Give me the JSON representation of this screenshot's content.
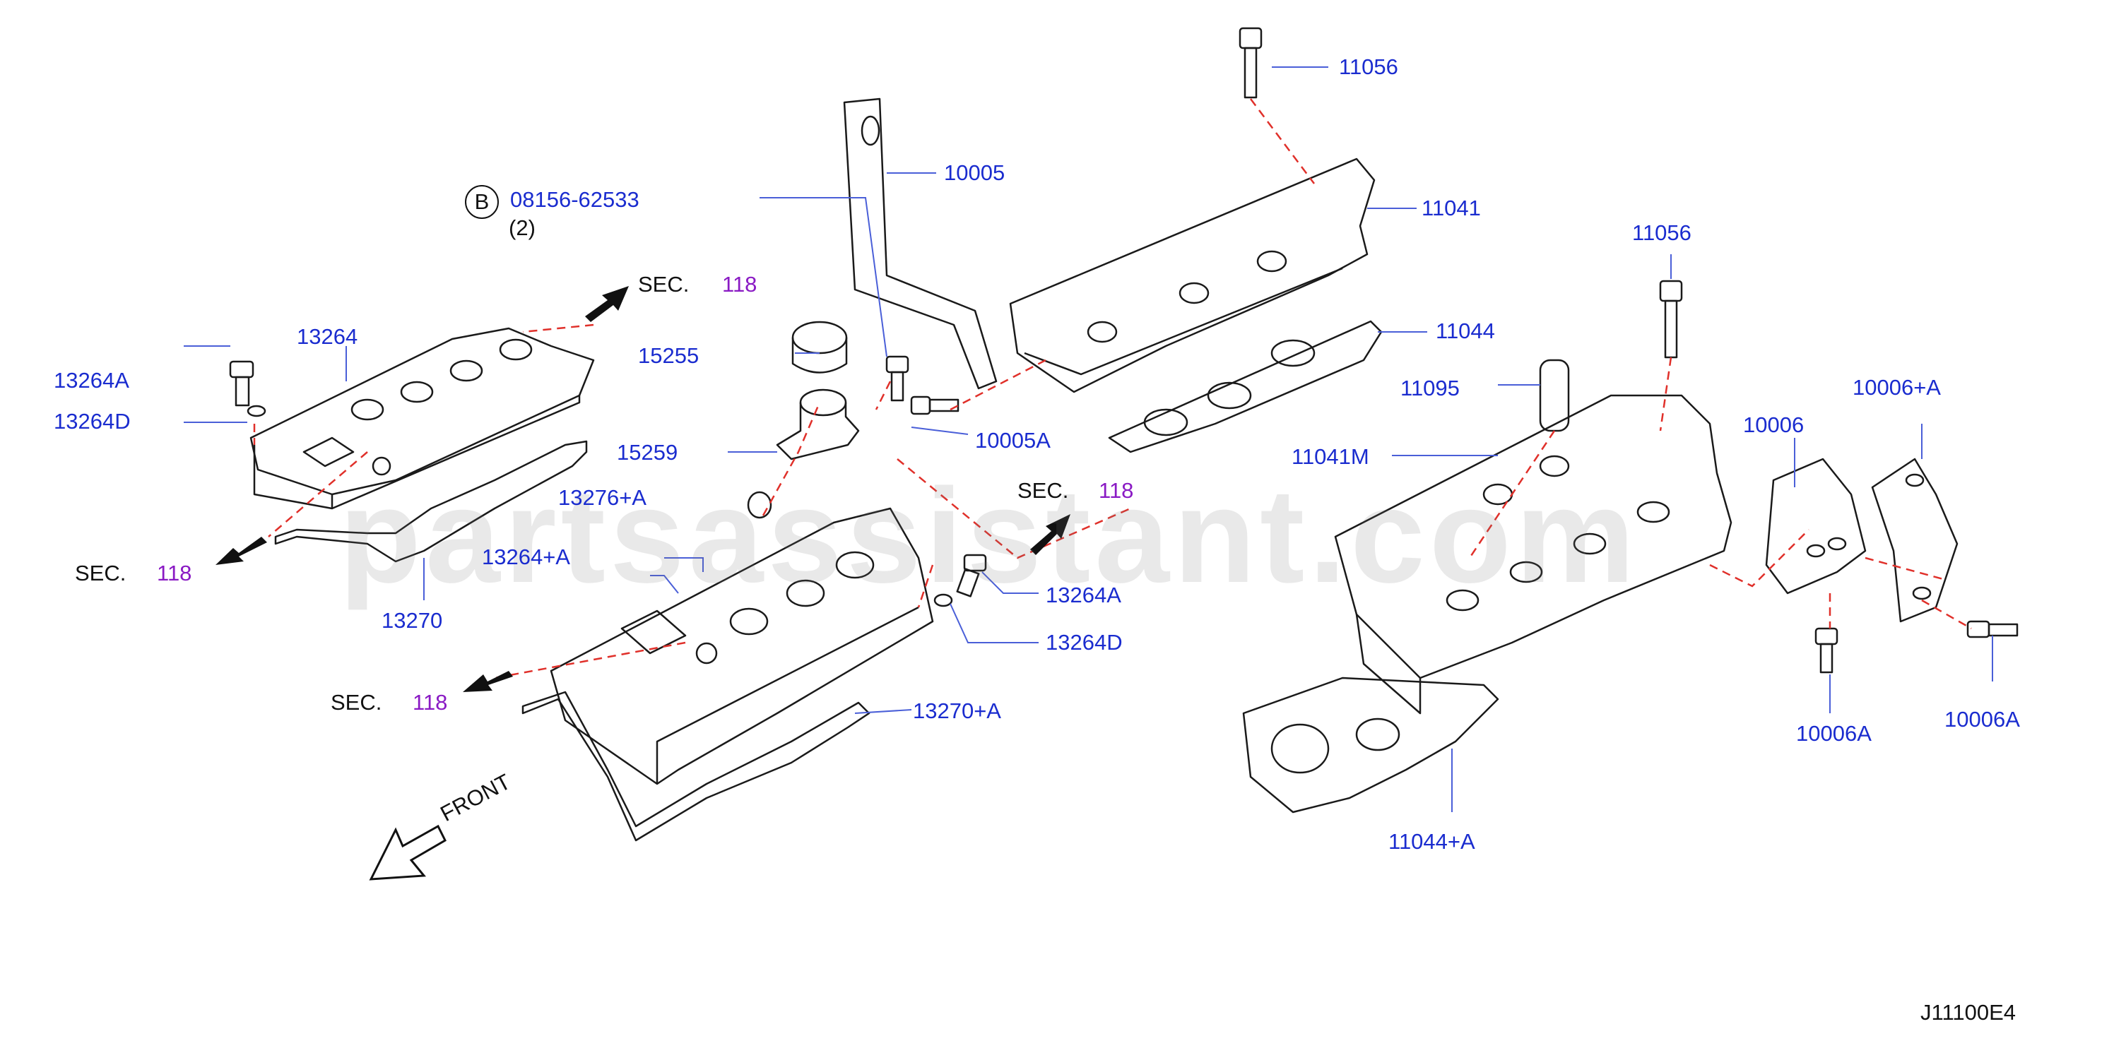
{
  "labels": {
    "p11056_top": "11056",
    "p11041": "11041",
    "p10005": "10005",
    "p11044": "11044",
    "p11056_mid": "11056",
    "p08156": "08156-62533",
    "p08156_qty": "(2)",
    "p13264": "13264",
    "p15255": "15255",
    "p13264A_l": "13264A",
    "p13264D_l": "13264D",
    "p15259": "15259",
    "p10005A": "10005A",
    "p11095": "11095",
    "p10006": "10006",
    "p10006A_plus": "10006+A",
    "p11041M": "11041M",
    "p13276A": "13276+A",
    "p13264_plusA": "13264+A",
    "p13264A_r": "13264A",
    "p13264D_r": "13264D",
    "p13270": "13270",
    "p13270A": "13270+A",
    "p10006A_1": "10006A",
    "p10006A_2": "10006A",
    "p11044A": "11044+A"
  },
  "sec_refs": [
    {
      "text": "SEC.",
      "num": "118"
    },
    {
      "text": "SEC.",
      "num": "118"
    },
    {
      "text": "SEC.",
      "num": "118"
    },
    {
      "text": "SEC.",
      "num": "118"
    }
  ],
  "callout_symbol": "B",
  "front_label": "FRONT",
  "watermark": "partsassistant.com",
  "figure_code": "J11100E4",
  "colors": {
    "label_blue": "#1a2ccf",
    "sec_purple": "#8a1ac4",
    "leader_red": "#e0302a",
    "outline": "#1a1a1a"
  }
}
